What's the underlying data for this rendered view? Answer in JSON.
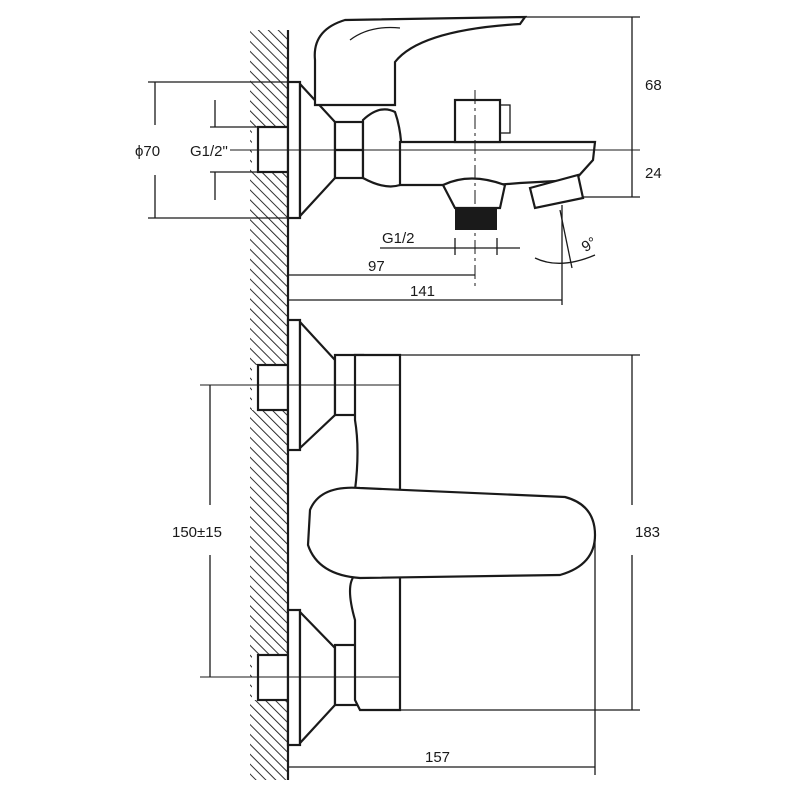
{
  "title": "Bath mixer dimension drawing",
  "side_view": {
    "dims": {
      "height_top": "68",
      "diameter_flange": "ϕ70",
      "inlet_thread": "G1/2\"",
      "spout_height": "24",
      "outlet_thread": "G1/2",
      "outlet_distance": "97",
      "spout_angle": "9°",
      "spout_reach": "141"
    }
  },
  "front_view": {
    "dims": {
      "centers": "150±15",
      "height": "183",
      "depth": "157"
    }
  }
}
